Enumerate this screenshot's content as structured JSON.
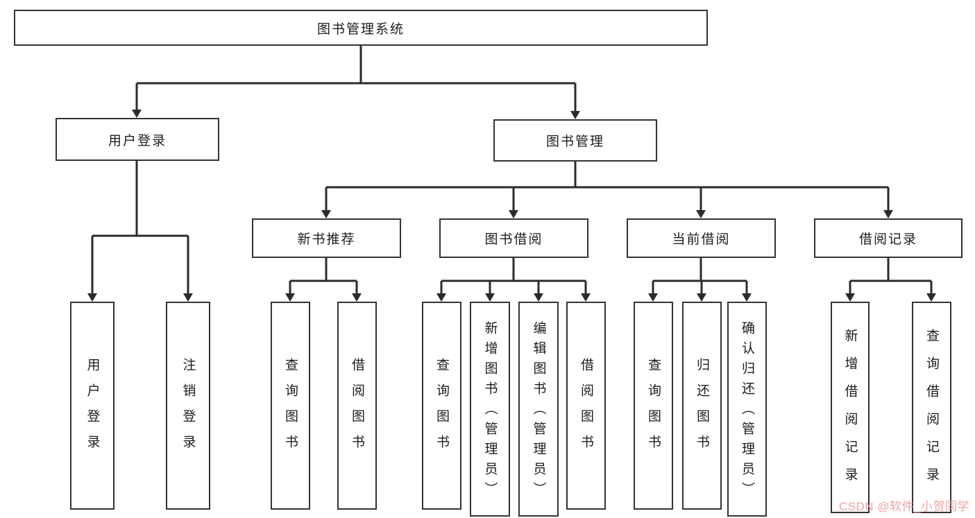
{
  "nodes": {
    "root": {
      "label": "图书管理系统"
    },
    "user_login": {
      "label": "用户登录"
    },
    "book_management": {
      "label": "图书管理"
    },
    "user_login_children": [
      {
        "label": "用户登录"
      },
      {
        "label": "注销登录"
      }
    ],
    "book_management_children": [
      {
        "label": "新书推荐"
      },
      {
        "label": "图书借阅"
      },
      {
        "label": "当前借阅"
      },
      {
        "label": "借阅记录"
      }
    ],
    "new_book_children": [
      {
        "label": "查询图书"
      },
      {
        "label": "借阅图书"
      }
    ],
    "book_borrow_children": [
      {
        "label": "查询图书"
      },
      {
        "label": "新增图书（管理员）"
      },
      {
        "label": "编辑图书（管理员）"
      },
      {
        "label": "借阅图书"
      }
    ],
    "current_borrow_children": [
      {
        "label": "查询图书"
      },
      {
        "label": "归还图书"
      },
      {
        "label": "确认归还（管理员）"
      }
    ],
    "borrow_record_children": [
      {
        "label": "新增借阅记录"
      },
      {
        "label": "查询借阅记录"
      }
    ]
  },
  "watermark": {
    "text": "CSDN @软件_小贺同学"
  },
  "colors": {
    "line": "#2b2b2b",
    "border": "#333333",
    "watermark": "#f0a3a3"
  }
}
